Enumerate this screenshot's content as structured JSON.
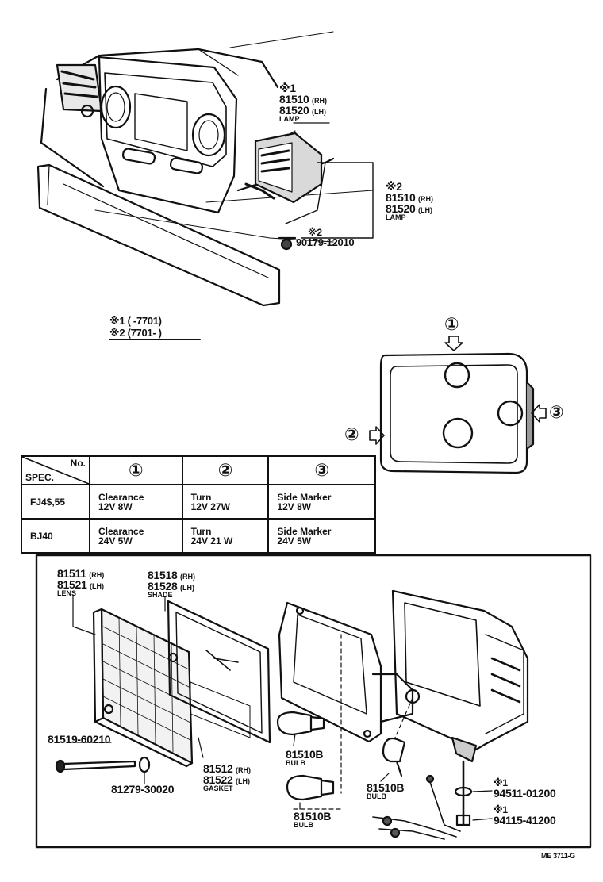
{
  "top_diagram": {
    "note1": {
      "mark": "※1",
      "part_rh": "81510",
      "rh": "(RH)",
      "part_lh": "81520",
      "lh": "(LH)",
      "name": "LAMP"
    },
    "note2": {
      "mark": "※2",
      "part_rh": "81510",
      "rh": "(RH)",
      "part_lh": "81520",
      "lh": "(LH)",
      "name": "LAMP"
    },
    "screw": {
      "mark": "※2",
      "part": "90179-12010"
    },
    "legend": {
      "line1": "※1 (      -7701)",
      "line2": "※2 (7701-        )"
    }
  },
  "lamp_face": {
    "pointer1": "①",
    "pointer2": "②",
    "pointer3": "③"
  },
  "spec_table": {
    "header_no": "No.",
    "header_spec": "SPEC.",
    "col1": "①",
    "col2": "②",
    "col3": "③",
    "rows": [
      {
        "model": "FJ4$,55",
        "c1a": "Clearance",
        "c1b": "12V 8W",
        "c2a": "Turn",
        "c2b": "12V 27W",
        "c3a": "Side Marker",
        "c3b": "12V 8W"
      },
      {
        "model": "BJ40",
        "c1a": "Clearance",
        "c1b": "24V 5W",
        "c2a": "Turn",
        "c2b": "24V 21 W",
        "c3a": "Side Marker",
        "c3b": "24V 5W"
      }
    ]
  },
  "exploded": {
    "lens": {
      "rh_part": "81511",
      "rh": "(RH)",
      "lh_part": "81521",
      "lh": "(LH)",
      "name": "LENS"
    },
    "shade": {
      "rh_part": "81518",
      "rh": "(RH)",
      "lh_part": "81528",
      "lh": "(LH)",
      "name": "SHADE"
    },
    "screw": "81519-60210",
    "washer": "81279-30020",
    "gasket": {
      "rh_part": "81512",
      "rh": "(RH)",
      "lh_part": "81522",
      "lh": "(LH)",
      "name": "GASKET"
    },
    "bulb_a": {
      "part": "81510B",
      "name": "BULB"
    },
    "bulb_b": {
      "part": "81510B",
      "name": "BULB"
    },
    "bulb_c": {
      "part": "81510B",
      "name": "BULB"
    },
    "washer2": {
      "mark": "※1",
      "part": "94511-01200"
    },
    "nut": {
      "mark": "※1",
      "part": "94115-41200"
    },
    "figure_code": "ME 3711-G"
  }
}
